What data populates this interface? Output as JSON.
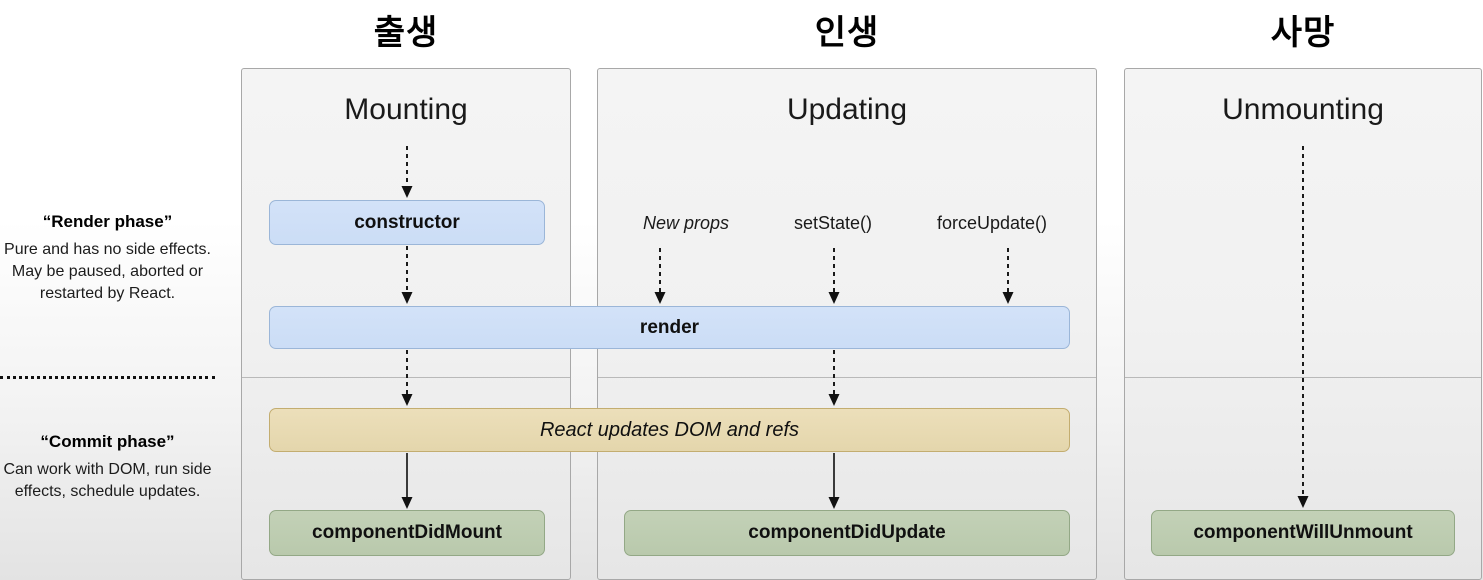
{
  "eras": [
    {
      "label": "출생"
    },
    {
      "label": "인생"
    },
    {
      "label": "사망"
    }
  ],
  "panels": [
    {
      "title": "Mounting"
    },
    {
      "title": "Updating"
    },
    {
      "title": "Unmounting"
    }
  ],
  "legend": {
    "render": {
      "title": "“Render phase”",
      "body": "Pure and has no side effects. May be paused, aborted or restarted by React."
    },
    "commit": {
      "title": "“Commit phase”",
      "body": "Can work with DOM, run side effects, schedule updates."
    }
  },
  "triggers": [
    {
      "label": "New props"
    },
    {
      "label": "setState()"
    },
    {
      "label": "forceUpdate()"
    }
  ],
  "boxes": {
    "constructor": "constructor",
    "render": "render",
    "react_updates": "React updates DOM and refs",
    "did_mount": "componentDidMount",
    "did_update": "componentDidUpdate",
    "will_unmount": "componentWillUnmount"
  },
  "colors": {
    "render_phase_box": "#cbddf6",
    "commit_phase_box": "#e4d6ac",
    "lifecycle_callback_box": "#b9c9ac",
    "panel_background": "#f1f1f1",
    "panel_border": "#a8a8a8",
    "arrow": "#1a1a1a"
  }
}
